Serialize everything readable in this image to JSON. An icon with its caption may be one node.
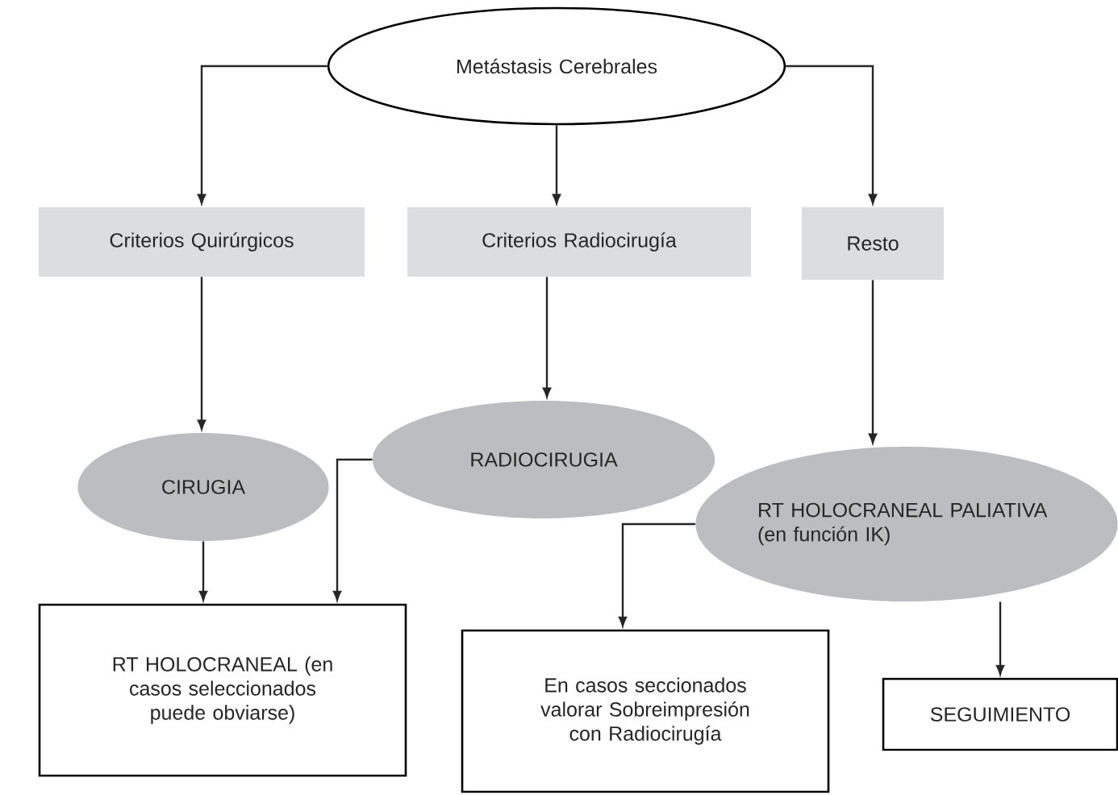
{
  "diagram": {
    "nodes": [
      {
        "text": [
          "Metástasis Cerebrales"
        ]
      },
      {
        "text": [
          "Criterios Quirúrgicos"
        ]
      },
      {
        "text": [
          "Criterios Radiocirugía"
        ]
      },
      {
        "text": [
          "Resto"
        ]
      },
      {
        "text": [
          "CIRUGIA"
        ]
      },
      {
        "text": [
          "RADIOCIRUGIA"
        ]
      },
      {
        "text": [
          "RT HOLOCRANEAL PALIATIVA (en función IK)"
        ]
      },
      {
        "text": [
          "RT HOLOCRANEAL (en casos seleccionados puede obviarse)"
        ]
      },
      {
        "text": [
          "En casos seccionados valorar Sobreimpresión con Radiocirugía"
        ]
      },
      {
        "text": [
          "SEGUIMIENTO"
        ]
      }
    ],
    "edges": [
      {
        "from": 0,
        "to": 1,
        "arrow": "to"
      },
      {
        "from": 0,
        "to": 2,
        "arrow": "to"
      },
      {
        "from": 0,
        "to": 3,
        "arrow": "to"
      },
      {
        "from": 1,
        "to": 4,
        "arrow": "to"
      },
      {
        "from": 2,
        "to": 5,
        "arrow": "to"
      },
      {
        "from": 3,
        "to": 6,
        "arrow": "to"
      },
      {
        "from": 4,
        "to": 7,
        "arrow": "to"
      },
      {
        "from": 5,
        "to": 7,
        "arrow": "to"
      },
      {
        "from": 6,
        "to": 8,
        "arrow": "to"
      },
      {
        "from": 6,
        "to": 9,
        "arrow": "to"
      }
    ]
  }
}
